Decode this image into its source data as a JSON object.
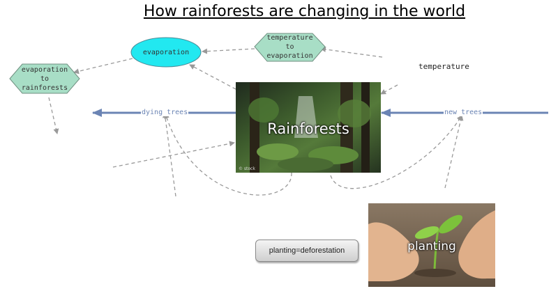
{
  "title": "How rainforests are changing in the world",
  "nodes": {
    "evaporation": "evaporation",
    "temperature_to_evaporation": "temperature\nto\nevaporation",
    "evaporation_to_rainforests": "evaporation\nto\nrainforests",
    "temperature": "temperature"
  },
  "flows": {
    "dying_trees": "dying trees",
    "new_trees": "new trees"
  },
  "images": {
    "rainforests_caption": "Rainforests",
    "rainforests_credit": "© stock",
    "planting_caption": "planting"
  },
  "button": {
    "label": "planting=deforestation"
  },
  "colors": {
    "evaporation_fill": "#22e8f0",
    "hexagon_fill": "#a8dec6",
    "flow_arrow": "#6b84b4",
    "dashed_connector": "#999999"
  },
  "icons": [
    "dashed-arrow",
    "flow-arrow"
  ]
}
